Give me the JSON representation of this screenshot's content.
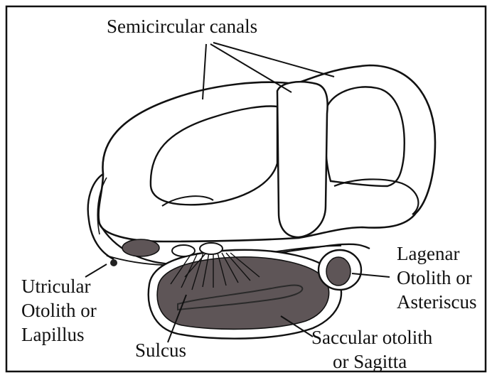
{
  "labels": {
    "semicircular_canals": "Semicircular canals",
    "lagenar": [
      "Lagenar",
      "Otolith or",
      "Asteriscus"
    ],
    "utricular": [
      "Utricular",
      "Otolith or",
      "Lapillus"
    ],
    "sulcus": "Sulcus",
    "saccular": [
      "Saccular otolith",
      "or Sagitta"
    ]
  },
  "colors": {
    "outline": "#111111",
    "otolith_fill": "#5e5557",
    "background": "#ffffff"
  }
}
